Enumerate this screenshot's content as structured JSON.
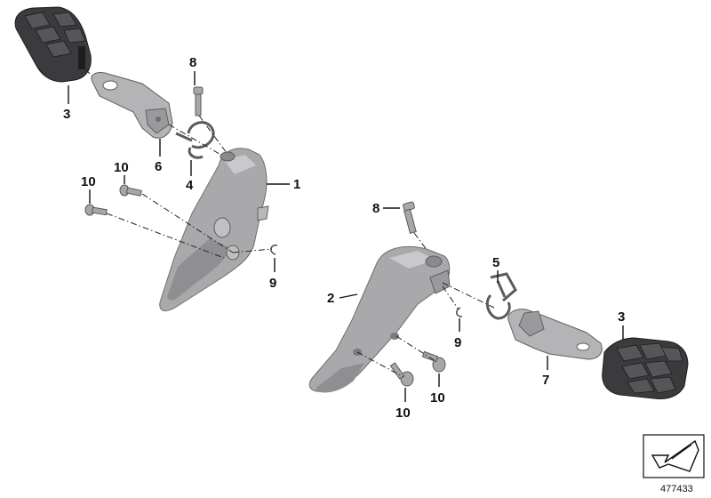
{
  "diagram": {
    "diagram_number": "477433",
    "callouts": {
      "left_footpeg": "3",
      "left_footrest_plate": "6",
      "left_pin": "8",
      "left_spring": "4",
      "left_bracket": "1",
      "left_screw_upper": "10",
      "left_screw_lower": "10",
      "left_clip": "9",
      "right_pin": "8",
      "right_bracket": "2",
      "right_spring": "5",
      "right_clip": "9",
      "right_footpeg": "3",
      "right_footrest_plate": "7",
      "right_screw_left": "10",
      "right_screw_right": "10"
    }
  }
}
